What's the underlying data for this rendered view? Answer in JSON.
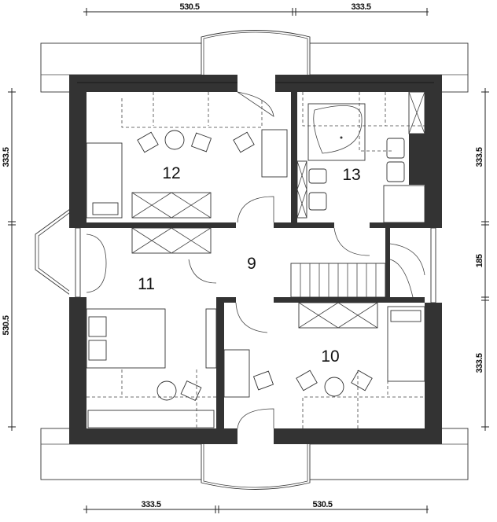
{
  "dimensions": {
    "top": [
      "530.5",
      "333.5"
    ],
    "bottom": [
      "333.5",
      "530.5"
    ],
    "left": [
      "333.5",
      "530.5"
    ],
    "right": [
      "333.5",
      "185",
      "333.5"
    ]
  },
  "rooms": [
    "9",
    "10",
    "11",
    "12",
    "13"
  ],
  "colors": {
    "wall": "#333333",
    "line": "#222222"
  }
}
